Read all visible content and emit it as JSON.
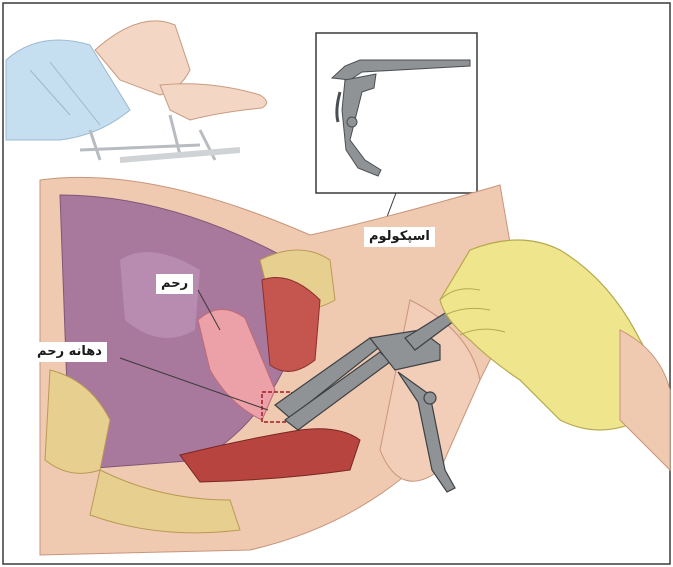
{
  "labels": {
    "uterus": "رحم",
    "cervix": "دهانه رحم",
    "speculum": "اسپکولوم"
  },
  "colors": {
    "frame": "#3a3a3a",
    "skin": "#f0c9b1",
    "skin_shadow": "#d9a88d",
    "pelvic_cavity": "#a9789d",
    "uterus": "#eca0a8",
    "rectum": "#b8443f",
    "bone": "#e7cf8f",
    "glove": "#efe58c",
    "metal": "#8f9396",
    "drape": "#bcd8ea"
  },
  "icons": {
    "speculum_inset": "speculum-icon",
    "gloved_hand": "gloved-hand-icon",
    "patient_legs": "patient-position-icon"
  }
}
